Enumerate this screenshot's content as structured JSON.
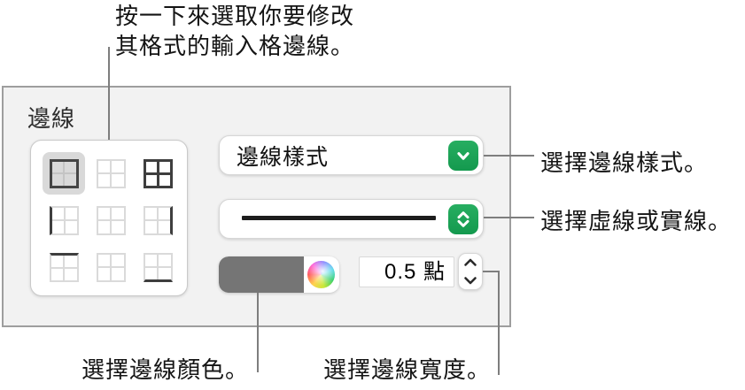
{
  "panel": {
    "section_label": "邊線",
    "border_grid": {
      "selected": "outer-edges",
      "buttons": [
        {
          "name": "outer-edges",
          "selected": true
        },
        {
          "name": "none-top-row",
          "selected": false
        },
        {
          "name": "all-borders",
          "selected": false
        },
        {
          "name": "left-edge",
          "selected": false
        },
        {
          "name": "none-middle-row",
          "selected": false
        },
        {
          "name": "right-edge",
          "selected": false
        },
        {
          "name": "top-edge",
          "selected": false
        },
        {
          "name": "none-bottom-row",
          "selected": false
        },
        {
          "name": "bottom-edge",
          "selected": false
        }
      ]
    },
    "style_dropdown": {
      "label": "邊線樣式",
      "icon": "chevron-down-icon"
    },
    "stroke_dropdown": {
      "value": "solid-line",
      "icon": "chevron-up-down-icon"
    },
    "color_well": {
      "current_color": "#757575",
      "picker_icon": "color-wheel-icon"
    },
    "width_field": {
      "value": "0.5 點"
    },
    "stepper": {
      "up_icon": "chevron-up-icon",
      "down_icon": "chevron-down-icon"
    }
  },
  "callouts": {
    "top_line1": "按一下來選取你要修改",
    "top_line2": "其格式的輸入格邊線。",
    "style": "選擇邊線樣式。",
    "stroke": "選擇虛線或實線。",
    "color": "選擇邊線顏色。",
    "width": "選擇邊線寬度。"
  },
  "colors": {
    "accent_green": "#1CA45A",
    "swatch_gray": "#757575",
    "callout_line": "#7E7E7E",
    "panel_bg": "#F2F2F2",
    "panel_border": "#9E9E9E"
  }
}
